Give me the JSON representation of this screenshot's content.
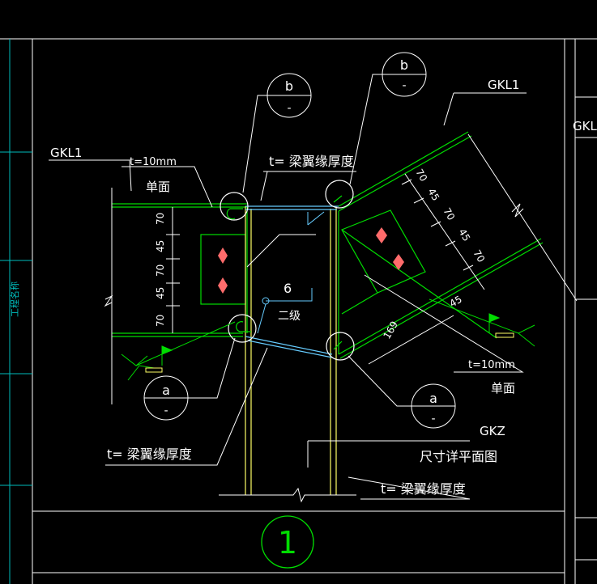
{
  "labels": {
    "gkl1_left": "GKL1",
    "gkl1_top": "GKL1",
    "gkl1_edge": "GKL",
    "t10_left": "t=10mm",
    "single_face_left": "单面",
    "t_flange_top": "t= 梁翼缘厚度",
    "t_flange_bottom_left": "t= 梁翼缘厚度",
    "t_flange_bottom_right": "t= 梁翼缘厚度",
    "t10_right": "t=10mm",
    "single_face_right": "单面",
    "gkz": "GKZ",
    "plan_title": "尺寸详平面图",
    "weld_size": "6",
    "weld_grade": "二级",
    "sidebar_text": "工程名称",
    "sheet_number": "1"
  },
  "callouts": {
    "b1_top": "b",
    "b1_bottom": "-",
    "b2_top": "b",
    "b2_bottom": "-",
    "a1_top": "a",
    "a1_bottom": "-",
    "a2_top": "a",
    "a2_bottom": "-"
  },
  "dimensions": {
    "left": [
      "70",
      "45",
      "70",
      "45",
      "70"
    ],
    "right": [
      "70",
      "45",
      "70",
      "45",
      "70"
    ],
    "right_gap": "45",
    "right_offset": "169"
  },
  "colors": {
    "green": "#00dd00",
    "yellow": "#ffff66",
    "cyan": "#66ccff",
    "white": "#ffffff",
    "border_cyan": "#00bbbb",
    "red": "#ff6b6b"
  }
}
